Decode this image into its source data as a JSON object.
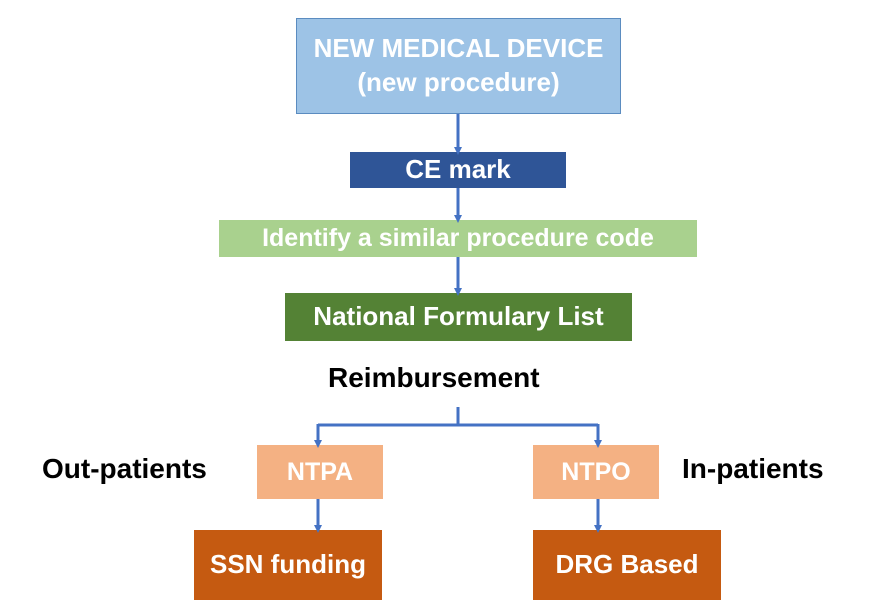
{
  "colors": {
    "device": "#9dc3e6",
    "device_border": "#5b8cc0",
    "ce": "#2f5597",
    "similar": "#a9d18e",
    "formulary": "#548235",
    "ntp": "#f4b183",
    "funding": "#c55a11",
    "connector": "#4472c4"
  },
  "boxes": {
    "device": {
      "line1": "NEW MEDICAL DEVICE",
      "line2": "(new procedure)"
    },
    "ce": "CE mark",
    "similar": "Identify a similar procedure code",
    "formulary": "National Formulary List",
    "ntpa": "NTPA",
    "ntpo": "NTPO",
    "ssn": "SSN funding",
    "drg": "DRG Based"
  },
  "labels": {
    "reimbursement": "Reimbursement",
    "out_patients": "Out-patients",
    "in_patients": "In-patients"
  },
  "icons": [
    "arrow-down-icon"
  ]
}
